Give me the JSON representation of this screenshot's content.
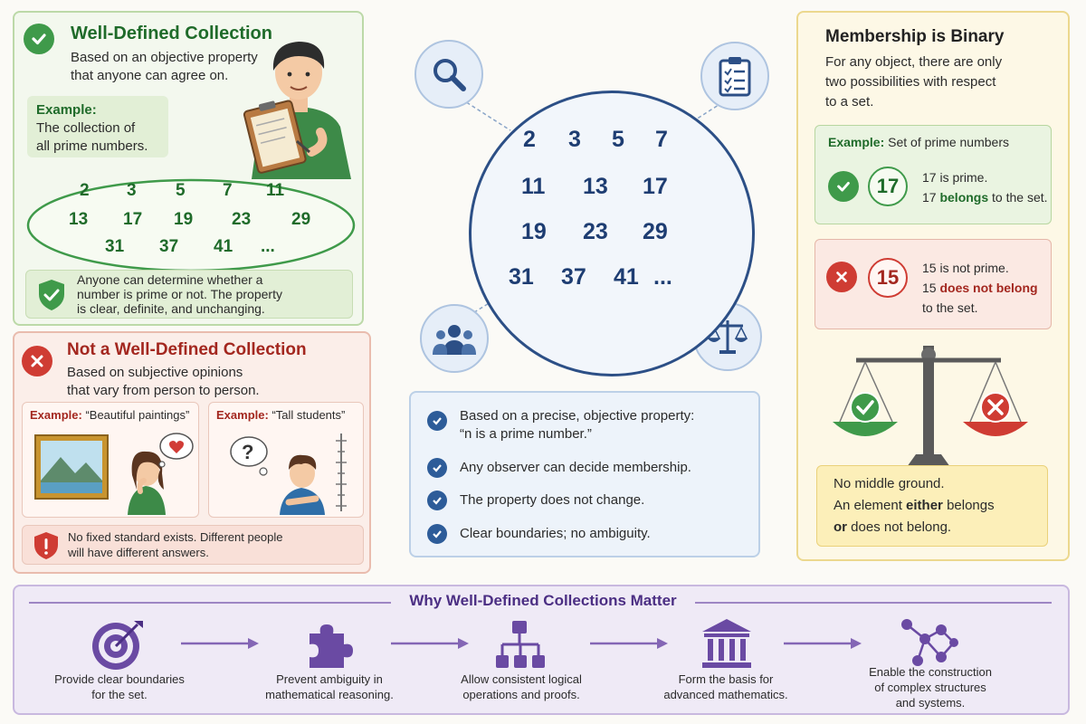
{
  "well_defined": {
    "title": "Well-Defined Collection",
    "desc_line1": "Based on an objective property",
    "desc_line2": "that anyone can agree on.",
    "example_label": "Example:",
    "example_line1": "The collection of",
    "example_line2": "all prime numbers.",
    "numbers": [
      "2",
      "3",
      "5",
      "7",
      "11",
      "13",
      "17",
      "19",
      "23",
      "29",
      "31",
      "37",
      "41",
      "..."
    ],
    "note_line1": "Anyone can determine whether a",
    "note_line2": "number is prime or not. The property",
    "note_line3": "is clear, definite, and unchanging."
  },
  "not_well_defined": {
    "title": "Not a Well-Defined Collection",
    "desc_line1": "Based on subjective opinions",
    "desc_line2": "that vary from person to person.",
    "example1_label": "Example:",
    "example1_text": "“Beautiful paintings”",
    "example2_label": "Example:",
    "example2_text": "“Tall students”",
    "note_line1": "No fixed standard exists. Different people",
    "note_line2": "will have different answers."
  },
  "center": {
    "numbers": [
      "2",
      "3",
      "5",
      "7",
      "11",
      "13",
      "17",
      "19",
      "23",
      "29",
      "31",
      "37",
      "41",
      "..."
    ],
    "points": [
      {
        "line1": "Based on a precise, objective property:",
        "line2": "“n is a prime number.”"
      },
      {
        "line1": "Any observer can decide membership.",
        "line2": ""
      },
      {
        "line1": "The property does not change.",
        "line2": ""
      },
      {
        "line1": "Clear boundaries; no ambiguity.",
        "line2": ""
      }
    ],
    "icons": [
      "magnifier-icon",
      "checklist-icon",
      "people-icon",
      "scale-icon"
    ]
  },
  "membership": {
    "title": "Membership is Binary",
    "desc_line1": "For any object, there are only",
    "desc_line2": "two possibilities with respect",
    "desc_line3": "to a set.",
    "example_label": "Example:",
    "example_text": "Set of prime numbers",
    "yes_number": "17",
    "yes_line1": "17 is prime.",
    "yes_line2_pre": "17 ",
    "yes_line2_bold": "belongs",
    "yes_line2_post": " to the set.",
    "no_number": "15",
    "no_line1": "15 is not prime.",
    "no_line2_pre": "15 ",
    "no_line2_bold": "does not belong",
    "no_line3": "to the set.",
    "nm_line1": "No middle ground.",
    "nm_line2_pre": "An element ",
    "nm_line2_bold": "either",
    "nm_line2_post": " belongs",
    "nm_line3_bold": "or",
    "nm_line3_post": " does not belong."
  },
  "bottom": {
    "title": "Why Well-Defined Collections Matter",
    "steps": [
      {
        "icon": "target-icon",
        "line1": "Provide clear boundaries",
        "line2": "for the set.",
        "line3": ""
      },
      {
        "icon": "puzzle-icon",
        "line1": "Prevent ambiguity in",
        "line2": "mathematical reasoning.",
        "line3": ""
      },
      {
        "icon": "hierarchy-icon",
        "line1": "Allow consistent logical",
        "line2": "operations and proofs.",
        "line3": ""
      },
      {
        "icon": "pillar-building-icon",
        "line1": "Form the basis for",
        "line2": "advanced mathematics.",
        "line3": ""
      },
      {
        "icon": "network-icon",
        "line1": "Enable the construction",
        "line2": "of complex structures",
        "line3": "and systems."
      }
    ]
  },
  "colors": {
    "green": "#3f9a4a",
    "red": "#cf3c33",
    "blue": "#2c4f86",
    "purple": "#4b2e83",
    "yellow": "#ecd88e"
  }
}
